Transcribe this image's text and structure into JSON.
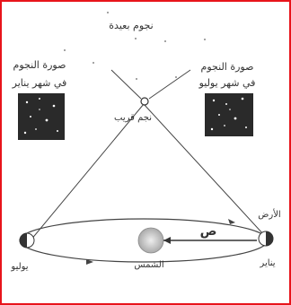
{
  "labels": {
    "distant_stars": "نجوم بعيدة",
    "left_caption_line1": "صورة النجوم",
    "left_caption_line2": "في شهر يناير",
    "right_caption_line1": "صورة النجوم",
    "right_caption_line2": "في شهر يوليو",
    "near_star": "نجم قريب",
    "earth": "الأرض",
    "sun": "الشمس",
    "distance": "ص",
    "january": "يناير",
    "july": "يوليو"
  },
  "colors": {
    "border": "#e8141b",
    "ink": "#333333",
    "star_field": "#2a2a2a",
    "sun_fill": "#c9c9c9"
  }
}
